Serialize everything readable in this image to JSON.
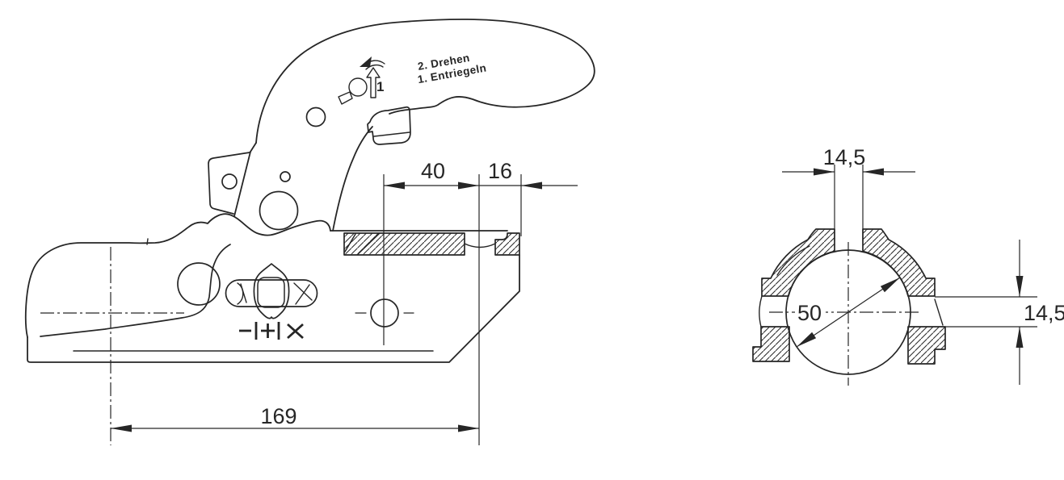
{
  "drawing": {
    "subject": "Trailer coupling hitch technical drawing - side view and ball socket section view",
    "background_color": "#ffffff",
    "line_color": "#262626"
  },
  "side_view": {
    "handle_note_line1": "2. Drehen",
    "handle_note_line2": "1. Entriegeln",
    "unlock_step_number": "1",
    "cast_mark": "-|+| x",
    "dims": {
      "hole_to_face": "40",
      "face_to_end": "16",
      "center_to_end": "169"
    }
  },
  "section_view": {
    "dims": {
      "top_slot_width": "14,5",
      "ball_diameter": "50",
      "side_opening_height": "14,5"
    }
  }
}
